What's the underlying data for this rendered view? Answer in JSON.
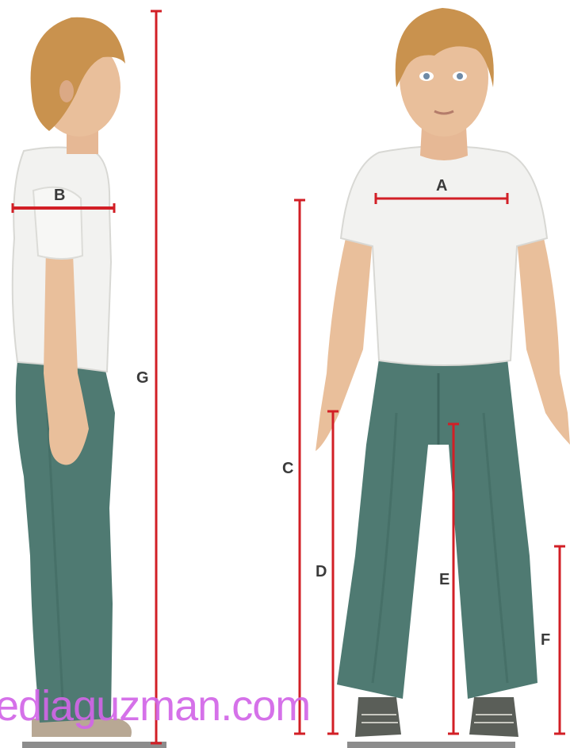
{
  "colors": {
    "measure_line": "#d21f26",
    "watermark": "#d266e8",
    "shirt": "#f2f2f0",
    "pants": "#4f7a72",
    "skin": "#e9bf9b",
    "hair": "#c9924e"
  },
  "measurements": {
    "A": "A",
    "B": "B",
    "C": "C",
    "D": "D",
    "E": "E",
    "F": "F",
    "G": "G"
  },
  "watermark": "ediaguzman.com"
}
